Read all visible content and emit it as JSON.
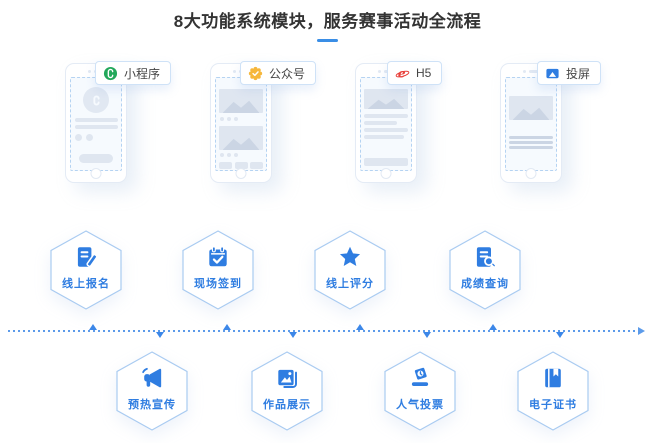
{
  "page": {
    "title": "8大功能系统模块，服务赛事活动全流程"
  },
  "colors": {
    "accent": "#2f7de1",
    "accent_light": "#5c9bea",
    "arrow": "#3c87e8",
    "hex_border": "#a9cbf1",
    "title_text": "#333333",
    "underline": "#3a8ee6",
    "badge_border": "#cfe2f7",
    "badge_text": "#454545",
    "phone_border": "#e4ebf5",
    "screen_border": "#b5d3f2",
    "screen_bg": "#f6fafe",
    "placeholder": "#dfe6f0",
    "placeholder_dark": "#cbd5e4",
    "mp_green": "#23a85b",
    "oa_gold": "#f6b73c",
    "h5_red": "#e8413c"
  },
  "platforms": [
    {
      "label": "小程序",
      "icon": "miniprogram-icon"
    },
    {
      "label": "公众号",
      "icon": "official-account-icon"
    },
    {
      "label": "H5",
      "icon": "h5-browser-icon"
    },
    {
      "label": "投屏",
      "icon": "screen-cast-icon"
    }
  ],
  "modules_top": [
    {
      "label": "线上报名",
      "icon": "online-signup-icon"
    },
    {
      "label": "现场签到",
      "icon": "onsite-checkin-icon"
    },
    {
      "label": "线上评分",
      "icon": "online-score-icon"
    },
    {
      "label": "成绩查询",
      "icon": "result-query-icon"
    }
  ],
  "modules_bottom": [
    {
      "label": "预热宣传",
      "icon": "promotion-megaphone-icon"
    },
    {
      "label": "作品展示",
      "icon": "works-gallery-icon"
    },
    {
      "label": "人气投票",
      "icon": "popularity-vote-icon"
    },
    {
      "label": "电子证书",
      "icon": "e-certificate-icon"
    }
  ]
}
